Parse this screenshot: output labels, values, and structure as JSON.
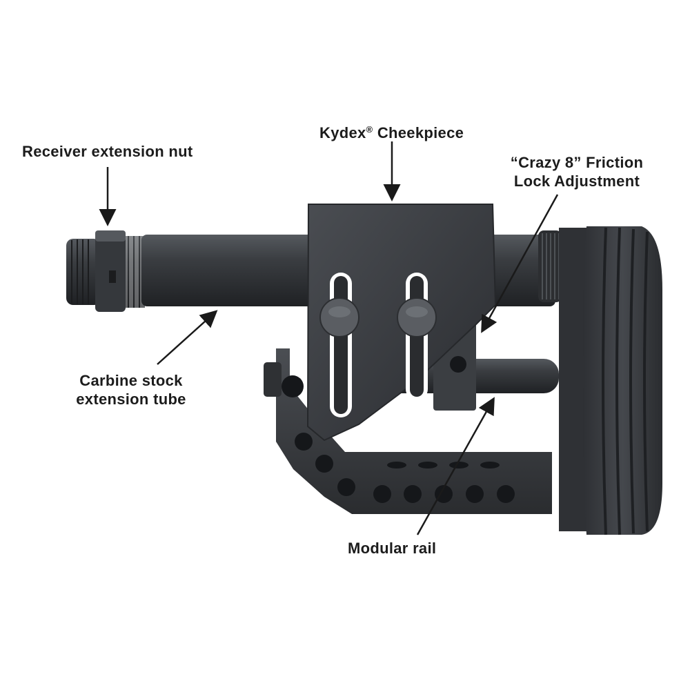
{
  "callouts": {
    "receiver_nut": {
      "text": "Receiver extension nut"
    },
    "cheekpiece": {
      "text": "Kydex",
      "mark": "®",
      "text_after": " Cheekpiece"
    },
    "friction_lock": {
      "line1": "“Crazy 8” Friction",
      "line2": "Lock Adjustment"
    },
    "extension_tube": {
      "line1": "Carbine stock",
      "line2": "extension tube"
    },
    "modular_rail": {
      "text": "Modular rail"
    }
  },
  "colors": {
    "background": "#ffffff",
    "metal_dark": "#2b2d30",
    "metal_mid": "#3a3d41",
    "metal_light": "#55595e",
    "arrow": "#1a1a1a"
  }
}
